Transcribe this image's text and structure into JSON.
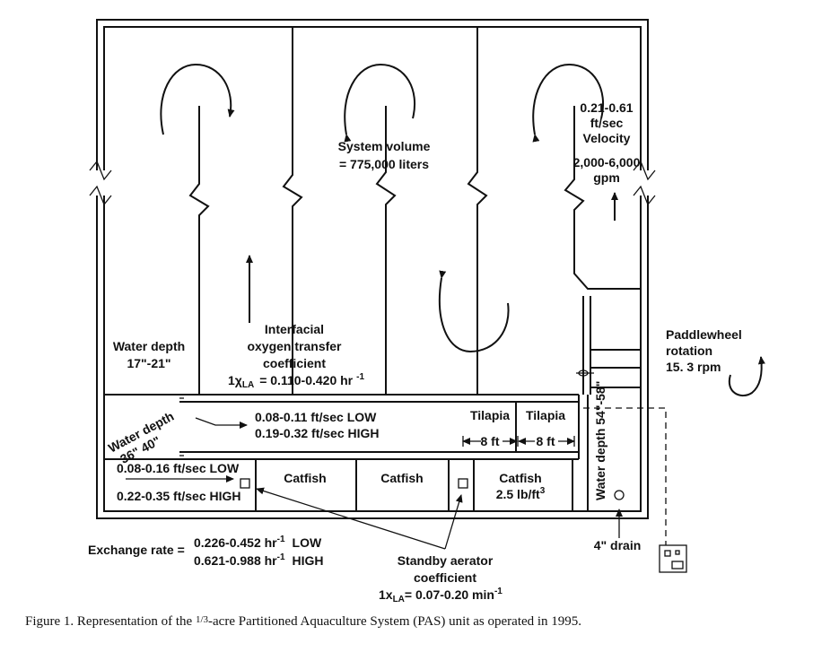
{
  "labels": {
    "system_volume_1": "System volume",
    "system_volume_2": "= 775,000 liters",
    "velocity_1": "0.21-0.61",
    "velocity_2": "ft/sec",
    "velocity_3": "Velocity",
    "flow_1": "2,000-6,000",
    "flow_2": "gpm",
    "interfacial_1": "Interfacial",
    "interfacial_2": "oxygen transfer",
    "interfacial_3": "coefficient",
    "interfacial_4": "1χ",
    "interfacial_4_sub": "LA",
    "interfacial_4_val": "= 0.110-0.420 hr",
    "interfacial_4_sup": "-1",
    "water_depth_left_1": "Water depth",
    "water_depth_left_2": "17\"-21\"",
    "paddlewheel_1": "Paddlewheel",
    "paddlewheel_2": "rotation",
    "paddlewheel_3": "15.   3 rpm",
    "water_depth_diag_1": "Water depth",
    "water_depth_diag_2": "36\"    40\"",
    "channel_low": "0.08-0.11 ft/sec  LOW",
    "channel_high": "0.19-0.32 ft/sec  HIGH",
    "tilapia_1": "Tilapia",
    "tilapia_2": "Tilapia",
    "tilapia_len_1": "8 ft",
    "tilapia_len_2": "8 ft",
    "catfish_low": "0.08-0.16 ft/sec  LOW",
    "catfish_high": "0.22-0.35 ft/sec  HIGH",
    "catfish_1": "Catfish",
    "catfish_2": "Catfish",
    "catfish_3": "Catfish",
    "catfish_density": "2.5 lb/ft",
    "catfish_density_sup": "3",
    "water_depth_right": "Water depth  54\"-58\"",
    "drain": "4\" drain",
    "exchange_label": "Exchange rate =",
    "exchange_low_val": "0.226-0.452 hr",
    "exchange_low_sup": "-1",
    "exchange_low_word": "LOW",
    "exchange_high_val": "0.621-0.988 hr",
    "exchange_high_sup": "-1",
    "exchange_high_word": "HIGH",
    "standby_1": "Standby aerator",
    "standby_2": "coefficient",
    "standby_3": "1x",
    "standby_3_sub": "LA",
    "standby_3_val": "= 0.07-0.20 min",
    "standby_3_sup": "-1"
  },
  "caption": {
    "prefix": "Figure 1. Representation of the ",
    "fraction": "1/3",
    "suffix": "-acre Partitioned Aquaculture System (PAS) unit as operated in 1995."
  }
}
